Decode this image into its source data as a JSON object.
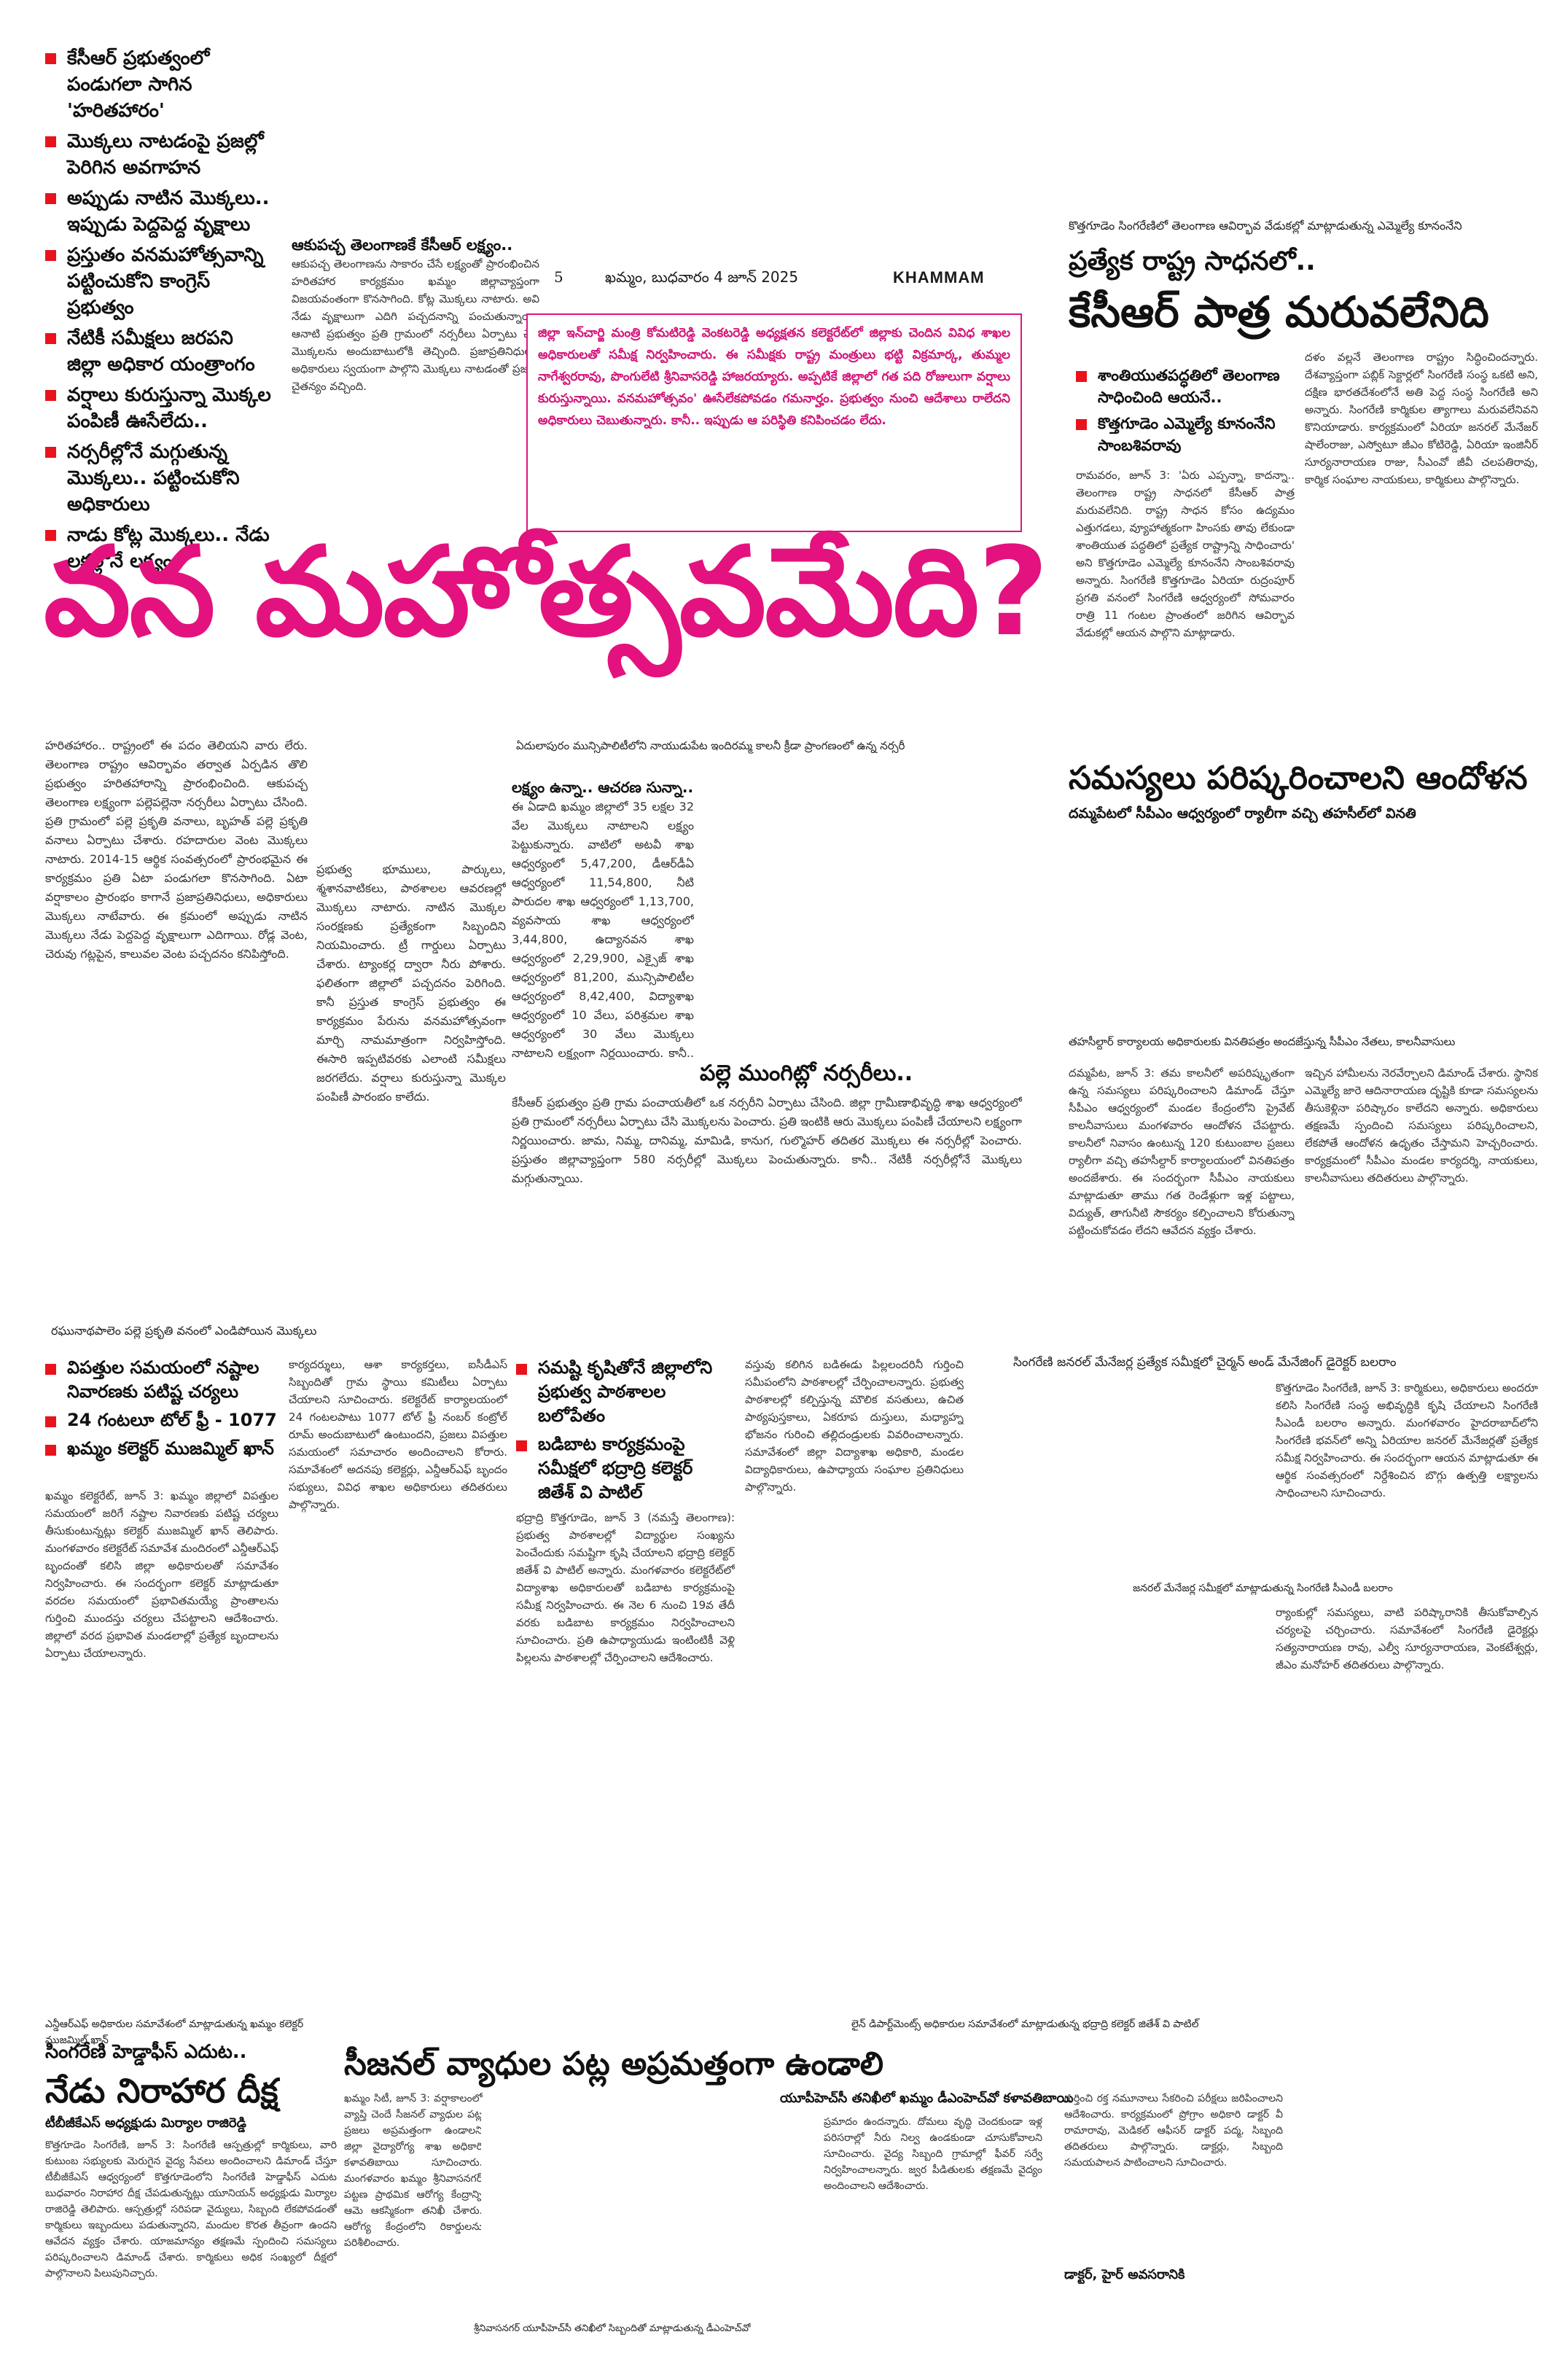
{
  "page_header": {
    "page_number": "5",
    "date_line": "ఖమ్మం, బుధవారం 4 జూన్ 2025",
    "edition": "KHAMMAM"
  },
  "top_left_bullets": [
    "కేసీఆర్ ప్రభుత్వంలో పండుగలా సాగిన 'హరితహారం'",
    "మొక్కలు నాటడంపై ప్రజల్లో పెరిగిన అవగాహన",
    "అప్పుడు నాటిన మొక్కలు.. ఇప్పుడు పెద్దపెద్ద వృక్షాలు",
    "ప్రస్తుతం వనమహోత్సవాన్ని పట్టించుకోని కాంగ్రెస్ ప్రభుత్వం",
    "నేటికీ సమీక్షలు జరపని జిల్లా అధికార యంత్రాంగం",
    "వర్షాలు కురుస్తున్నా మొక్కల పంపిణీ ఊసేలేదు..",
    "నర్సరీల్లోనే మగ్గుతున్న మొక్కలు.. పట్టించుకోని అధికారులు",
    "నాడు కోట్ల మొక్కలు.. నేడు లక్షల్లోనే లక్ష్యం"
  ],
  "main_story": {
    "headline": "వన మహోత్సవమేది?",
    "intro_heading": "ఆకుపచ్చ తెలంగాణకే కేసీఆర్ లక్ష్యం..",
    "intro_text": "ఆకుపచ్చ తెలంగాణను సాకారం చేసే లక్ష్యంతో ప్రారంభించిన హరితహార కార్యక్రమం ఖమ్మం జిల్లావ్యాప్తంగా విజయవంతంగా కొనసాగింది. కోట్ల మొక్కలు నాటారు. అవి నేడు వృక్షాలుగా ఎదిగి పచ్చదనాన్ని పంచుతున్నాయి. ఆనాటి ప్రభుత్వం ప్రతి గ్రామంలో నర్సరీలు ఏర్పాటు చేసి మొక్కలను అందుబాటులోకి తెచ్చింది. ప్రజాప్రతినిధులు, అధికారులు స్వయంగా పాల్గొని మొక్కలు నాటడంతో ప్రజల్లో చైతన్యం వచ్చింది.",
    "highlight_box": "జిల్లా ఇన్‌చార్జి మంత్రి కోమటిరెడ్డి వెంకటరెడ్డి అధ్యక్షతన కలెక్టరేట్‌లో జిల్లాకు చెందిన వివిధ శాఖల అధికారులతో సమీక్ష నిర్వహించారు. ఈ సమీక్షకు రాష్ట్ర మంత్రులు భట్టి విక్రమార్క, తుమ్మల నాగేశ్వరరావు, పొంగులేటి శ్రీనివాసరెడ్డి హాజరయ్యారు. అప్పటికే జిల్లాలో గత పది రోజులుగా వర్షాలు కురుస్తున్నాయి. వనమహోత్సవం' ఊసేలేకపోవడం గమనార్హం. ప్రభుత్వం నుంచి ఆదేశాలు రాలేదని అధికారులు చెబుతున్నారు. కానీ.. ఇప్పుడు ఆ పరిస్థితి కనిపించడం లేదు.",
    "body_col1": "హరితహారం.. రాష్ట్రంలో ఈ పదం తెలియని వారు లేరు. తెలంగాణ రాష్ట్రం ఆవిర్భావం తర్వాత ఏర్పడిన తొలి ప్రభుత్వం హరితహారాన్ని ప్రారంభించింది. ఆకుపచ్చ తెలంగాణ లక్ష్యంగా పల్లెపల్లెనా నర్సరీలు ఏర్పాటు చేసింది. ప్రతి గ్రామంలో పల్లె ప్రకృతి వనాలు, బృహత్ పల్లె ప్రకృతి వనాలు ఏర్పాటు చేశారు. రహదారుల వెంట మొక్కలు నాటారు. 2014-15 ఆర్థిక సంవత్సరంలో ప్రారంభమైన ఈ కార్యక్రమం ప్రతి ఏటా పండుగలా కొనసాగింది. ఏటా వర్షాకాలం ప్రారంభం కాగానే ప్రజాప్రతినిధులు, అధికారులు మొక్కలు నాటేవారు. ఈ క్రమంలో అప్పుడు నాటిన మొక్కలు నేడు పెద్దపెద్ద వృక్షాలుగా ఎదిగాయి. రోడ్ల వెంట, చెరువు గట్లపైన, కాలువల వెంట పచ్చదనం కనిపిస్తోంది.",
    "body_col2": "ప్రభుత్వ భూములు, పార్కులు, శ్మశానవాటికలు, పాఠశాలల ఆవరణల్లో మొక్కలు నాటారు. నాటిన మొక్కల సంరక్షణకు ప్రత్యేకంగా సిబ్బందిని నియమించారు. ట్రీ గార్డులు ఏర్పాటు చేశారు. ట్యాంకర్ల ద్వారా నీరు పోశారు. ఫలితంగా జిల్లాలో పచ్చదనం పెరిగింది. కానీ ప్రస్తుత కాంగ్రెస్ ప్రభుత్వం ఈ కార్యక్రమం పేరును వనమహోత్సవంగా మార్చి నామమాత్రంగా నిర్వహిస్తోంది. ఈసారి ఇప్పటివరకు ఎలాంటి సమీక్షలు జరగలేదు. వర్షాలు కురుస్తున్నా మొక్కల పంపిణీ ప్రారంభం కాలేదు.",
    "target_heading": "లక్ష్యం ఉన్నా.. ఆచరణ సున్నా..",
    "target_text": "ఈ ఏడాది ఖమ్మం జిల్లాలో 35 లక్షల 32 వేల మొక్కలు నాటాలని లక్ష్యం పెట్టుకున్నారు. వాటిలో అటవీ శాఖ ఆధ్వర్యంలో 5,47,200, డీఆర్‌డీఏ ఆధ్వర్యంలో 11,54,800, నీటి పారుదల శాఖ ఆధ్వర్యంలో 1,13,700, వ్యవసాయ శాఖ ఆధ్వర్యంలో 3,44,800, ఉద్యానవన శాఖ ఆధ్వర్యంలో 2,29,900, ఎక్సైజ్ శాఖ ఆధ్వర్యంలో 81,200, మున్సిపాలిటీల ఆధ్వర్యంలో 8,42,400, విద్యాశాఖ ఆధ్వర్యంలో 10 వేలు, పరిశ్రమల శాఖ ఆధ్వర్యంలో 30 వేలు మొక్కలు నాటాలని లక్ష్యంగా నిర్ణయించారు. కానీ.. నర్సరీల్లో మొక్కలు సిద్ధంగా ఉన్నా పంపిణీ ఊసే లేదు.",
    "nursery_heading": "పల్లె ముంగిట్లో నర్సరీలు..",
    "nursery_text": "కేసీఆర్ ప్రభుత్వం ప్రతి గ్రామ పంచాయతీలో ఒక నర్సరీని ఏర్పాటు చేసింది. జిల్లా గ్రామీణాభివృద్ధి శాఖ ఆధ్వర్యంలో ప్రతి గ్రామంలో నర్సరీలు ఏర్పాటు చేసి మొక్కలను పెంచారు. ప్రతి ఇంటికి ఆరు మొక్కలు పంపిణీ చేయాలని లక్ష్యంగా నిర్ణయించారు. జామ, నిమ్మ, దానిమ్మ, మామిడి, కానుగ, గుల్మొహర్ తదితర మొక్కలు ఈ నర్సరీల్లో పెంచారు. ప్రస్తుతం జిల్లావ్యాప్తంగా 580 నర్సరీల్లో మొక్కలు పెంచుతున్నారు. కానీ.. నేటికీ నర్సరీల్లోనే మొక్కలు మగ్గుతున్నాయి.",
    "photo1_caption": "ఏదులాపురం మున్సిపాలిటీలోని నాయుడుపేట ఇందిరమ్మ కాలనీ క్రీడా ప్రాంగణంలో ఉన్న నర్సరీ",
    "photo2_caption": "రఘునాథపాలెం పల్లె ప్రకృతి వనంలో ఎండిపోయిన మొక్కలు"
  },
  "kcr_story": {
    "kicker": "ప్రత్యేక రాష్ట్ర సాధనలో..",
    "headline": "కేసీఆర్ పాత్ర మరువలేనిది",
    "photo_caption": "కొత్తగూడెం సింగరేణిలో తెలంగాణ ఆవిర్భావ వేడుకల్లో మాట్లాడుతున్న ఎమ్మెల్యే కూనంనేని",
    "bullets": [
      "శాంతియుతపద్ధతిలో తెలంగాణ సాధించింది ఆయనే..",
      "కొత్తగూడెం ఎమ్మెల్యే కూనంనేని సాంబశివరావు"
    ],
    "body_col1": "రామవరం, జూన్ 3: 'ఏరు ఎప్పన్నా, కాదన్నా.. తెలంగాణ రాష్ట్ర సాధనలో కేసీఆర్ పాత్ర మరువలేనిది. రాష్ట్ర సాధన కోసం ఉద్యమం ఎత్తుగడలు, వ్యూహాత్మకంగా హింసకు తావు లేకుండా శాంతియుత పద్ధతిలో ప్రత్యేక రాష్ట్రాన్ని సాధించారు' అని కొత్తగూడెం ఎమ్మెల్యే కూనంనేని సాంబశివరావు అన్నారు. సింగరేణి కొత్తగూడెం ఏరియా రుద్రంపూర్ ప్రగతి వనంలో సింగరేణి ఆధ్వర్యంలో సోమవారం రాత్రి 11 గంటల ప్రాంతంలో జరిగిన ఆవిర్భావ వేడుకల్లో ఆయన పాల్గొని మాట్లాడారు.",
    "body_col2": "దళం వల్లనే తెలంగాణ రాష్ట్రం సిద్ధించిందన్నారు. దేశవ్యాప్తంగా పబ్లిక్ సెక్టార్లలో సింగరేణి సంస్థ ఒకటి అని, దక్షిణ భారతదేశంలోనే అతి పెద్ద సంస్థ సింగరేణి అని అన్నారు. సింగరేణి కార్మికుల త్యాగాలు మరువలేనివని కొనియాడారు. కార్యక్రమంలో ఏరియా జనరల్ మేనేజర్ షాలేంరాజు, ఎస్వోటూ జీఎం కోటిరెడ్డి, ఏరియా ఇంజినీర్ సూర్యనారాయణ రాజు, సీఎంవో జీవీ చలపతిరావు, కార్మిక సంఘాల నాయకులు, కార్మికులు పాల్గొన్నారు."
  },
  "protest_story": {
    "headline": "సమస్యలు పరిష్కరించాలని ఆందోళన",
    "subhead": "దమ్మపేటలో సీపీఎం ఆధ్వర్యంలో ర్యాలీగా వచ్చి తహసీల్‌లో వినతి",
    "photo_caption": "తహసీల్దార్ కార్యాలయ అధికారులకు వినతిపత్రం అందజేస్తున్న సీపీఎం నేతలు, కాలనీవాసులు",
    "body_col1": "దమ్మపేట, జూన్ 3: తమ కాలనీలో అపరిష్కృతంగా ఉన్న సమస్యలు పరిష్కరించాలని డిమాండ్ చేస్తూ సీపీఎం ఆధ్వర్యంలో మండల కేంద్రంలోని ప్రైవేట్ కాలనీవాసులు మంగళవారం ఆందోళన చేపట్టారు. కాలనీలో నివాసం ఉంటున్న 120 కుటుంబాల ప్రజలు ర్యాలీగా వచ్చి తహసీల్దార్ కార్యాలయంలో వినతిపత్రం అందజేశారు. ఈ సందర్భంగా సీపీఎం నాయకులు మాట్లాడుతూ తాము గత రెండేళ్లుగా ఇళ్ల పట్టాలు, విద్యుత్, తాగునీటి సౌకర్యం కల్పించాలని కోరుతున్నా పట్టించుకోవడం లేదని ఆవేదన వ్యక్తం చేశారు.",
    "body_col2": "ఇచ్చిన హామీలను నెరవేర్చాలని డిమాండ్ చేశారు. స్థానిక ఎమ్మెల్యే జారె ఆదినారాయణ దృష్టికి కూడా సమస్యలను తీసుకెళ్లినా పరిష్కారం కాలేదని అన్నారు. అధికారులు తక్షణమే స్పందించి సమస్యలు పరిష్కరించాలని, లేకపోతే ఆందోళన ఉధృతం చేస్తామని హెచ్చరించారు. కార్యక్రమంలో సీపీఎం మండల కార్యదర్శి, నాయకులు, కాలనీవాసులు తదితరులు పాల్గొన్నారు."
  },
  "disaster_story": {
    "bullets": [
      "విపత్తుల సమయంలో నష్టాల నివారణకు పటిష్ట చర్యలు",
      "24 గంటలూ టోల్ ఫ్రీ - 1077",
      "ఖమ్మం కలెక్టర్ ముజమ్మిల్ ఖాన్"
    ],
    "body_col1": "ఖమ్మం కలెక్టరేట్, జూన్ 3: ఖమ్మం జిల్లాలో విపత్తుల సమయంలో జరిగే నష్టాల నివారణకు పటిష్ట చర్యలు తీసుకుంటున్నట్లు కలెక్టర్ ముజమ్మిల్ ఖాన్ తెలిపారు. మంగళవారం కలెక్టరేట్ సమావేశ మందిరంలో ఎన్డీఆర్‌ఎఫ్ బృందంతో కలిసి జిల్లా అధికారులతో సమావేశం నిర్వహించారు. ఈ సందర్భంగా కలెక్టర్ మాట్లాడుతూ వరదల సమయంలో ప్రభావితమయ్యే ప్రాంతాలను గుర్తించి ముందస్తు చర్యలు చేపట్టాలని ఆదేశించారు. జిల్లాలో వరద ప్రభావిత మండలాల్లో ప్రత్యేక బృందాలను ఏర్పాటు చేయాలన్నారు.",
    "body_col2": "కార్యదర్శులు, ఆశా కార్యకర్తలు, ఐసీడీఎస్ సిబ్బందితో గ్రామ స్థాయి కమిటీలు ఏర్పాటు చేయాలని సూచించారు. కలెక్టరేట్ కార్యాలయంలో 24 గంటలపాటు 1077 టోల్ ఫ్రీ నంబర్ కంట్రోల్ రూమ్ అందుబాటులో ఉంటుందని, ప్రజలు విపత్తుల సమయంలో సమాచారం అందించాలని కోరారు. సమావేశంలో అదనపు కలెక్టర్లు, ఎన్డీఆర్‌ఎఫ్ బృందం సభ్యులు, వివిధ శాఖల అధికారులు తదితరులు పాల్గొన్నారు."
  },
  "health_story": {
    "bullets": [
      "సమష్టి కృషితోనే జిల్లాలోని ప్రభుత్వ పాఠశాలల బలోపేతం",
      "బడిబాట కార్యక్రమంపై సమీక్షలో భద్రాద్రి కలెక్టర్ జితేశ్ వి పాటిల్"
    ],
    "body_col1": "భద్రాద్రి కొత్తగూడెం, జూన్ 3 (నమస్తే తెలంగాణ): ప్రభుత్వ పాఠశాలల్లో విద్యార్థుల సంఖ్యను పెంచేందుకు సమష్టిగా కృషి చేయాలని భద్రాద్రి కలెక్టర్ జితేశ్ వి పాటిల్ అన్నారు. మంగళవారం కలెక్టరేట్‌లో విద్యాశాఖ అధికారులతో బడిబాట కార్యక్రమంపై సమీక్ష నిర్వహించారు. ఈ నెల 6 నుంచి 19వ తేదీ వరకు బడిబాట కార్యక్రమం నిర్వహించాలని సూచించారు. ప్రతి ఉపాధ్యాయుడు ఇంటింటికీ వెళ్లి పిల్లలను పాఠశాలల్లో చేర్పించాలని ఆదేశించారు.",
    "body_col2": "వస్తువు కలిగిన బడిఈడు పిల్లలందరినీ గుర్తించి సమీపంలోని పాఠశాలల్లో చేర్పించాలన్నారు. ప్రభుత్వ పాఠశాలల్లో కల్పిస్తున్న మౌలిక వసతులు, ఉచిత పాఠ్యపుస్తకాలు, ఏకరూప దుస్తులు, మధ్యాహ్న భోజనం గురించి తల్లిదండ్రులకు వివరించాలన్నారు. సమావేశంలో జిల్లా విద్యాశాఖ అధికారి, మండల విద్యాధికారులు, ఉపాధ్యాయ సంఘాల ప్రతినిధులు పాల్గొన్నారు."
  },
  "singareni_story": {
    "photo_caption": "సింగరేణి జనరల్ మేనేజర్ల ప్రత్యేక సమీక్షలో చైర్మన్ అండ్ మేనేజింగ్ డైరెక్టర్ బలరాం",
    "photo_caption2": "జనరల్ మేనేజర్ల సమీక్షలో మాట్లాడుతున్న సింగరేణి సీఎండీ బలరాం",
    "body_col1": "కొత్తగూడెం సింగరేణి, జూన్ 3: కార్మికులు, అధికారులు అందరూ కలిసి సింగరేణి సంస్థ అభివృద్ధికి కృషి చేయాలని సింగరేణి సీఎండీ బలరాం అన్నారు. మంగళవారం హైదరాబాద్‌లోని సింగరేణి భవన్‌లో అన్ని ఏరియాల జనరల్ మేనేజర్లతో ప్రత్యేక సమీక్ష నిర్వహించారు. ఈ సందర్భంగా ఆయన మాట్లాడుతూ ఈ ఆర్థిక సంవత్సరంలో నిర్దేశించిన బొగ్గు ఉత్పత్తి లక్ష్యాలను సాధించాలని సూచించారు.",
    "body_col2": "ర్యాంకుల్లో సమస్యలు, వాటి పరిష్కారానికి తీసుకోవాల్సిన చర్యలపై చర్చించారు. సమావేశంలో సింగరేణి డైరెక్టర్లు సత్యనారాయణ రావు, ఎల్వీ సూర్యనారాయణ, వెంకటేశ్వర్లు, జీఎం మనోహర్ తదితరులు పాల్గొన్నారు."
  },
  "strike_story": {
    "photo_caption": "ఎన్డీఆర్‌ఎఫ్ అధికారుల సమావేశంలో మాట్లాడుతున్న ఖమ్మం కలెక్టర్ ముజమ్మిల్ ఖాన్",
    "kicker": "సింగరేణి హెడ్డాఫీస్ ఎదుట..",
    "headline": "నేడు నిరాహార దీక్ష",
    "subhead": "టీబీజీకేఎస్ అధ్యక్షుడు మిర్యాల రాజిరెడ్డి",
    "body": "కొత్తగూడెం సింగరేణి, జూన్ 3: సింగరేణి ఆస్పత్రుల్లో కార్మికులు, వారి కుటుంబ సభ్యులకు మెరుగైన వైద్య సేవలు అందించాలని డిమాండ్ చేస్తూ టీబీజీకేఎస్ ఆధ్వర్యంలో కొత్తగూడెంలోని సింగరేణి హెడ్డాఫీస్ ఎదుట బుధవారం నిరాహార దీక్ష చేపడుతున్నట్లు యూనియన్ అధ్యక్షుడు మిర్యాల రాజిరెడ్డి తెలిపారు. ఆస్పత్రుల్లో సరిపడా వైద్యులు, సిబ్బంది లేకపోవడంతో కార్మికులు ఇబ్బందులు పడుతున్నారని, మందుల కొరత తీవ్రంగా ఉందని ఆవేదన వ్యక్తం చేశారు. యాజమాన్యం తక్షణమే స్పందించి సమస్యలు పరిష్కరించాలని డిమాండ్ చేశారు. కార్మికులు అధిక సంఖ్యలో దీక్షలో పాల్గొనాలని పిలుపునిచ్చారు."
  },
  "seasonal_story": {
    "photo_caption": "లైన్ డిపార్ట్‌మెంట్స్ అధికారుల సమావేశంలో మాట్లాడుతున్న భద్రాద్రి కలెక్టర్ జితేశ్ వి పాటిల్",
    "headline": "సీజనల్ వ్యాధుల పట్ల అప్రమత్తంగా ఉండాలి",
    "subhead": "యూపీహెచ్‌సీ తనిఖీలో ఖమ్మం డీఎంహెచ్‌వో కళావతిబాయి",
    "photo_caption2": "శ్రీనివాసనగర్ యూపీహెచ్‌సీ తనిఖీలో సిబ్బందితో మాట్లాడుతున్న డీఎంహెచ్‌వో",
    "body_col1": "ఖమ్మం సిటీ, జూన్ 3: వర్షాకాలంలో వ్యాప్తి చెందే సీజనల్ వ్యాధుల పట్ల ప్రజలు అప్రమత్తంగా ఉండాలని జిల్లా వైద్యారోగ్య శాఖ అధికారి కళావతిబాయి సూచించారు. మంగళవారం ఖమ్మం శ్రీనివాసనగర్ పట్టణ ప్రాథమిక ఆరోగ్య కేంద్రాన్ని ఆమె ఆకస్మికంగా తనిఖీ చేశారు. ఆరోగ్య కేంద్రంలోని రికార్డులను పరిశీలించారు.",
    "body_col2": "ప్రమాదం ఉందన్నారు. దోమలు వృద్ధి చెందకుండా ఇళ్ల పరిసరాల్లో నీరు నిల్వ ఉండకుండా చూసుకోవాలని సూచించారు. వైద్య సిబ్బంది గ్రామాల్లో ఫీవర్ సర్వే నిర్వహించాలన్నారు. జ్వర పీడితులకు తక్షణమే వైద్యం అందించాలని ఆదేశించారు.",
    "body_col3": "గుర్తించి రక్త నమూనాలు సేకరించి పరీక్షలు జరిపించాలని ఆదేశించారు. కార్యక్రమంలో ప్రోగ్రాం అధికారి డాక్టర్ వీ రామారావు, మెడికల్ ఆఫీసర్ డాక్టర్ పద్మ, సిబ్బంది తదితరులు పాల్గొన్నారు. డాక్టర్లు, సిబ్బంది సమయపాలన పాటించాలని సూచించారు.",
    "side_heading": "డాక్టర్, హైర్ అవసరానికి"
  }
}
